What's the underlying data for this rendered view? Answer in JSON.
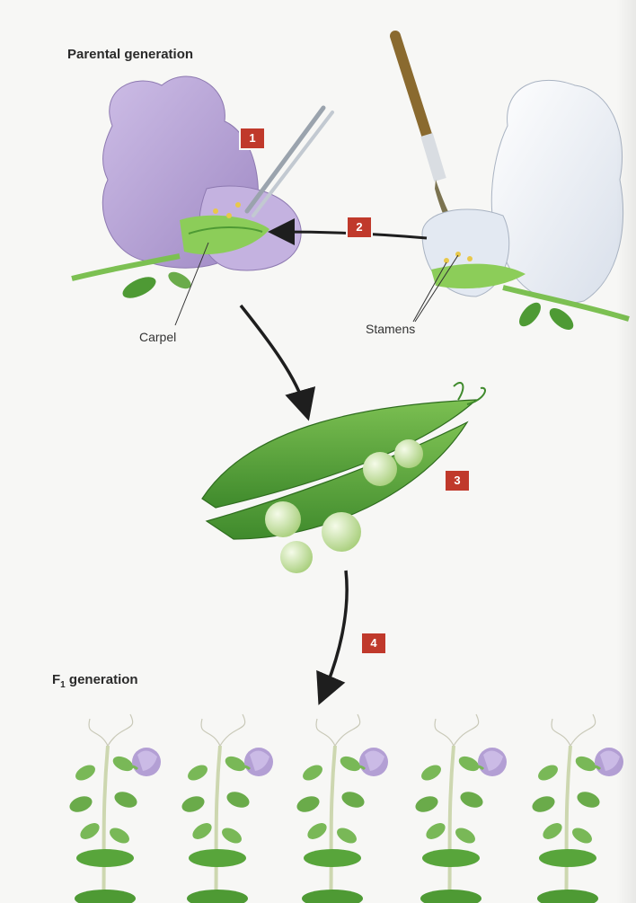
{
  "headings": {
    "parental": "Parental generation",
    "f1_prefix": "F",
    "f1_sub": "1",
    "f1_suffix": " generation"
  },
  "labels": {
    "carpel": "Carpel",
    "stamens": "Stamens"
  },
  "steps": [
    "1",
    "2",
    "3",
    "4"
  ],
  "colors": {
    "purple_flower": "#b9a6d6",
    "white_flower": "#eef1f6",
    "pod_green": "#5fa83d",
    "pea": "#d6eab8",
    "step_box": "#c0392b",
    "arrow": "#1e1e1e"
  },
  "icons": [
    "forceps-icon",
    "paintbrush-icon",
    "pea-pod-icon",
    "pea-plant-icon"
  ]
}
